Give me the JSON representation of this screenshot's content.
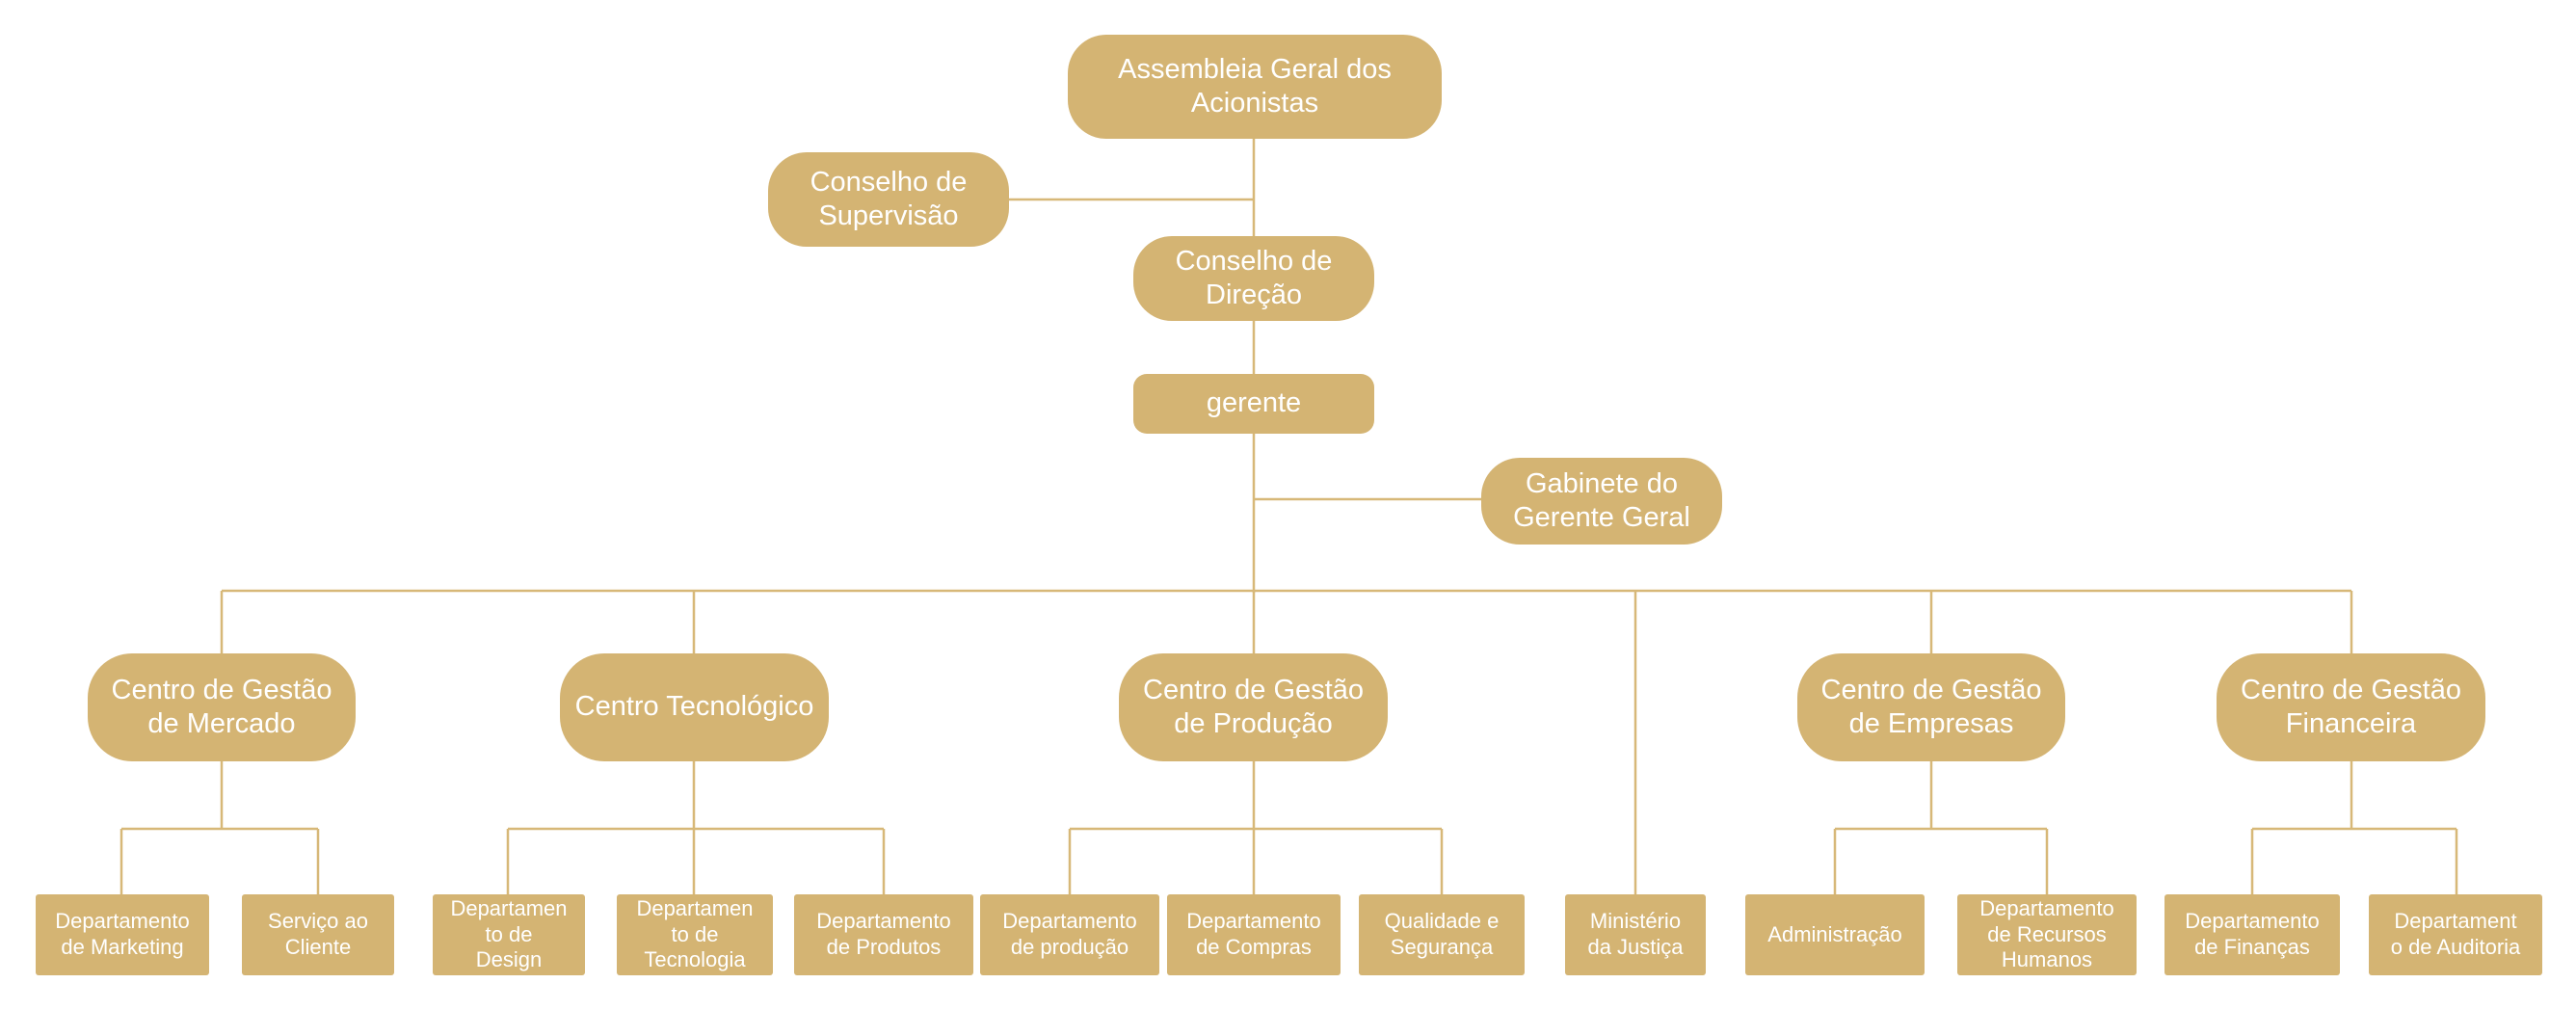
{
  "colors": {
    "node_fill": "#d4b473",
    "connector": "#d7b878",
    "text": "#ffffff",
    "background": "#ffffff"
  },
  "nodes": {
    "assembleia": "Assembleia Geral dos\nAcionistas",
    "conselho_supervisao": "Conselho de\nSupervisão",
    "conselho_direcao": "Conselho de\nDireção",
    "gerente": "gerente",
    "gabinete": "Gabinete do\nGerente Geral",
    "centro_mercado": "Centro de Gestão\nde Mercado",
    "centro_tecnologico": "Centro Tecnológico",
    "centro_producao": "Centro de Gestão\nde Produção",
    "centro_empresas": "Centro de Gestão\nde Empresas",
    "centro_financeira": "Centro de Gestão\nFinanceira",
    "dep_marketing": "Departamento\nde Marketing",
    "servico_cliente": "Serviço ao\nCliente",
    "dep_design": "Departamen\nto de\nDesign",
    "dep_tecnologia": "Departamen\nto de\nTecnologia",
    "dep_produtos": "Departamento\nde Produtos",
    "dep_producao": "Departamento\nde produção",
    "dep_compras": "Departamento\nde Compras",
    "qualidade": "Qualidade e\nSegurança",
    "ministerio": "Ministério\nda Justiça",
    "administracao": "Administração",
    "dep_rh": "Departamento\nde Recursos\nHumanos",
    "dep_financas": "Departamento\nde Finanças",
    "dep_auditoria": "Departament\no de Auditoria"
  }
}
